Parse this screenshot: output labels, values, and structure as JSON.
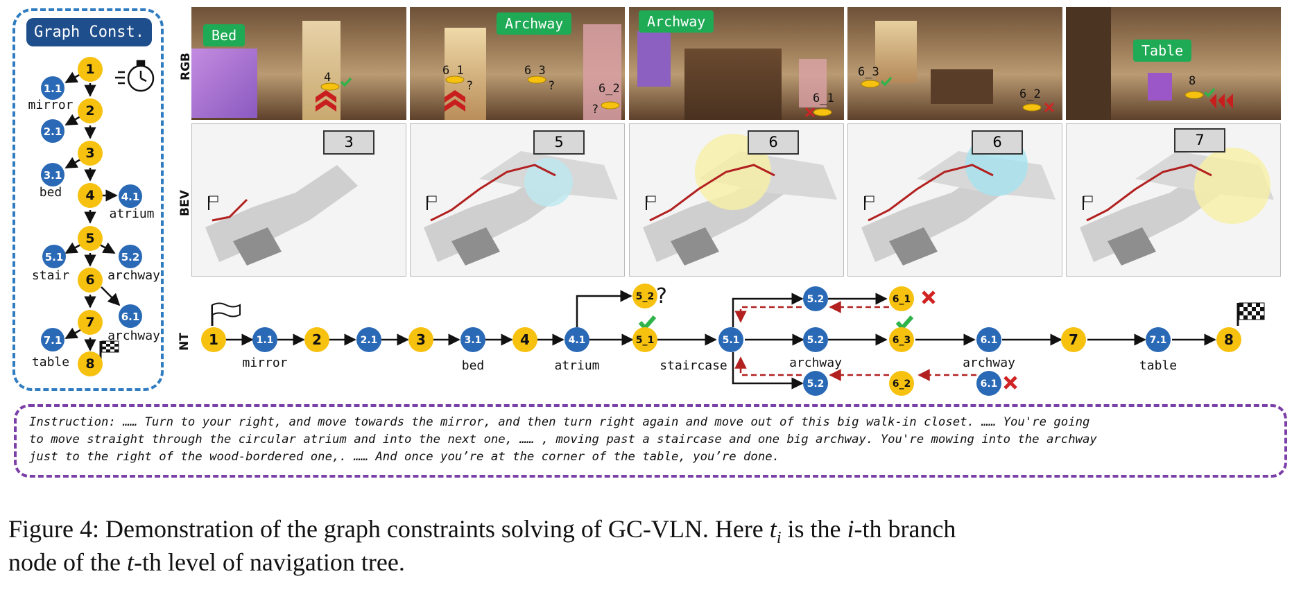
{
  "graph_const": {
    "title": "Graph Const.",
    "nodes": [
      {
        "id": "1",
        "kind": "main"
      },
      {
        "id": "1.1",
        "kind": "branch",
        "label": "mirror"
      },
      {
        "id": "2",
        "kind": "main"
      },
      {
        "id": "2.1",
        "kind": "branch",
        "label": ""
      },
      {
        "id": "3",
        "kind": "main"
      },
      {
        "id": "3.1",
        "kind": "branch",
        "label": "bed"
      },
      {
        "id": "4",
        "kind": "main"
      },
      {
        "id": "4.1",
        "kind": "branch",
        "label": "atrium"
      },
      {
        "id": "5",
        "kind": "main"
      },
      {
        "id": "5.1",
        "kind": "branch",
        "label": "stair"
      },
      {
        "id": "5.2",
        "kind": "branch",
        "label": "archway"
      },
      {
        "id": "6",
        "kind": "main"
      },
      {
        "id": "6.1",
        "kind": "branch",
        "label": "archway"
      },
      {
        "id": "7",
        "kind": "main"
      },
      {
        "id": "7.1",
        "kind": "branch",
        "label": "table"
      },
      {
        "id": "8",
        "kind": "main"
      }
    ]
  },
  "row_labels": {
    "rgb": "RGB",
    "bev": "BEV",
    "nt": "NT"
  },
  "rgb_panels": [
    {
      "label": "Bed",
      "markers": [
        "4"
      ]
    },
    {
      "label": "Archway",
      "markers": [
        "6_1",
        "6_3",
        "6_2"
      ]
    },
    {
      "label": "Archway",
      "markers": [
        "6_1"
      ]
    },
    {
      "label": "",
      "markers": [
        "6_3",
        "6_2"
      ]
    },
    {
      "label": "Table",
      "markers": [
        "8"
      ]
    }
  ],
  "bev_steps": [
    "3",
    "5",
    "6",
    "6",
    "7"
  ],
  "nt": {
    "nodes": [
      {
        "id": "1",
        "kind": "main",
        "label": ""
      },
      {
        "id": "1.1",
        "kind": "branch",
        "label": "mirror"
      },
      {
        "id": "2",
        "kind": "main",
        "label": ""
      },
      {
        "id": "2.1",
        "kind": "branch",
        "label": ""
      },
      {
        "id": "3",
        "kind": "main",
        "label": ""
      },
      {
        "id": "3.1",
        "kind": "branch",
        "label": "bed"
      },
      {
        "id": "4",
        "kind": "main",
        "label": ""
      },
      {
        "id": "4.1",
        "kind": "branch",
        "label": "atrium"
      },
      {
        "id": "5_2",
        "kind": "main",
        "label": ""
      },
      {
        "id": "5_1",
        "kind": "main",
        "label": ""
      },
      {
        "id": "5.1",
        "kind": "branch",
        "label": "staircase"
      },
      {
        "id": "5.2",
        "kind": "branch",
        "label": ""
      },
      {
        "id": "6_1",
        "kind": "main",
        "label": ""
      },
      {
        "id": "5.2",
        "kind": "branch",
        "label": "archway"
      },
      {
        "id": "6_3",
        "kind": "main",
        "label": ""
      },
      {
        "id": "5.2",
        "kind": "branch",
        "label": ""
      },
      {
        "id": "6_2",
        "kind": "main",
        "label": ""
      },
      {
        "id": "6.1",
        "kind": "branch",
        "label": ""
      },
      {
        "id": "6.1",
        "kind": "branch",
        "label": "archway"
      },
      {
        "id": "7",
        "kind": "main",
        "label": ""
      },
      {
        "id": "7.1",
        "kind": "branch",
        "label": "table"
      },
      {
        "id": "8",
        "kind": "main",
        "label": ""
      }
    ]
  },
  "instruction": {
    "line1": "Instruction: …… Turn to your right, and move towards the mirror, and then turn right again and move out of this big walk-in closet. …… You're going",
    "line2": "to move straight through the circular atrium and into the next one, …… , moving past a staircase and one big archway. You're mowing into the archway",
    "line3": "just to the right of the wood-bordered one,. …… And once you’re at the corner of the table, you’re done."
  },
  "caption": {
    "line1_a": "Figure 4:  Demonstration of the graph constraints solving of GC-VLN. Here ",
    "t": "t",
    "i": "i",
    "line1_b": " is the ",
    "line1_c": "-th branch",
    "line2_a": "node of the ",
    "line2_b": "-th level of navigation tree."
  },
  "colors": {
    "main": "#f7c10f",
    "branch": "#2a69b5",
    "branch_text": "#ffffff",
    "gc_border": "#2f7cc0",
    "instr_border": "#7b3fa8",
    "route": "#b22020",
    "check": "#2fb34a",
    "cross": "#d02424"
  }
}
